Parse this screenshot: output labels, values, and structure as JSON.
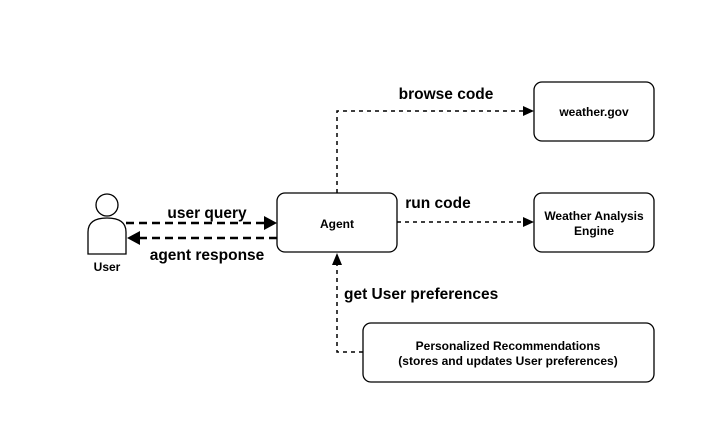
{
  "nodes": {
    "user": {
      "label": "User"
    },
    "agent": {
      "label": "Agent"
    },
    "weather_gov": {
      "label": "weather.gov"
    },
    "weather_engine": {
      "label_lines": [
        "Weather Analysis",
        "Engine"
      ]
    },
    "recommendations": {
      "label_lines": [
        "Personalized Recommendations",
        "(stores and updates User preferences)"
      ]
    }
  },
  "edges": {
    "user_query": {
      "label": "user query"
    },
    "agent_response": {
      "label": "agent response"
    },
    "browse_code": {
      "label": "browse code"
    },
    "run_code": {
      "label": "run code"
    },
    "get_preferences": {
      "label": "get User preferences"
    }
  }
}
